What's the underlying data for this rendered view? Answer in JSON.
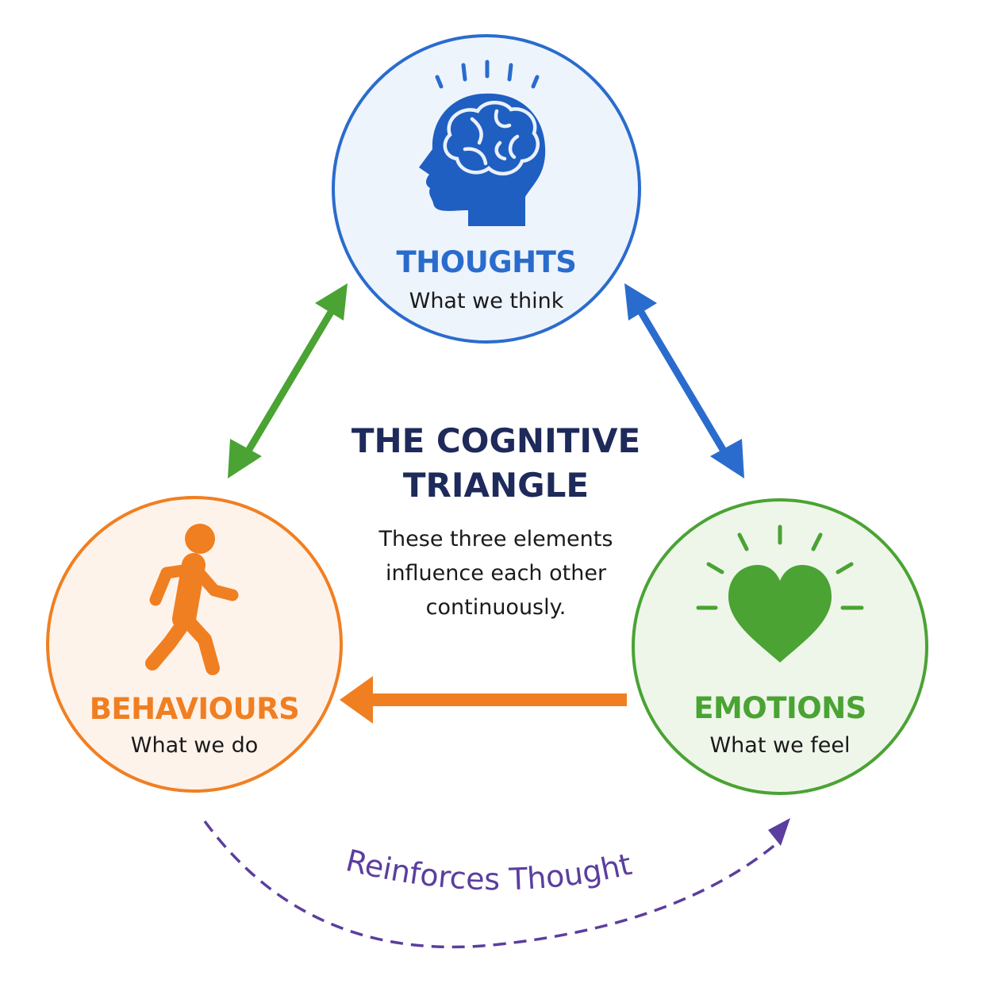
{
  "title": {
    "line1": "THE COGNITIVE",
    "line2": "TRIANGLE"
  },
  "description": {
    "line1": "These three elements",
    "line2": "influence each other",
    "line3": "continuously."
  },
  "nodes": {
    "thoughts": {
      "title": "THOUGHTS",
      "subtitle": "What we think",
      "icon": "head-brain-icon"
    },
    "emotions": {
      "title": "EMOTIONS",
      "subtitle": "What we feel",
      "icon": "glowing-heart-icon"
    },
    "behaviours": {
      "title": "BEHAVIOURS",
      "subtitle": "What we do",
      "icon": "walking-person-icon"
    }
  },
  "connections": [
    {
      "from": "thoughts",
      "to": "behaviours",
      "type": "bidirectional",
      "color": "#4aa333"
    },
    {
      "from": "thoughts",
      "to": "emotions",
      "type": "bidirectional",
      "color": "#2a6ccd"
    },
    {
      "from": "emotions",
      "to": "behaviours",
      "type": "one-way",
      "color": "#f07f22"
    },
    {
      "from": "behaviours",
      "to": "emotions",
      "type": "dashed-curve",
      "label": "Reinforces Thought",
      "color": "#5b3e9e"
    }
  ],
  "colors": {
    "thoughts": "#2a6ccd",
    "emotions": "#4aa333",
    "behaviours": "#f07f22",
    "title": "#1e2a5a",
    "reinforce": "#5b3e9e"
  }
}
